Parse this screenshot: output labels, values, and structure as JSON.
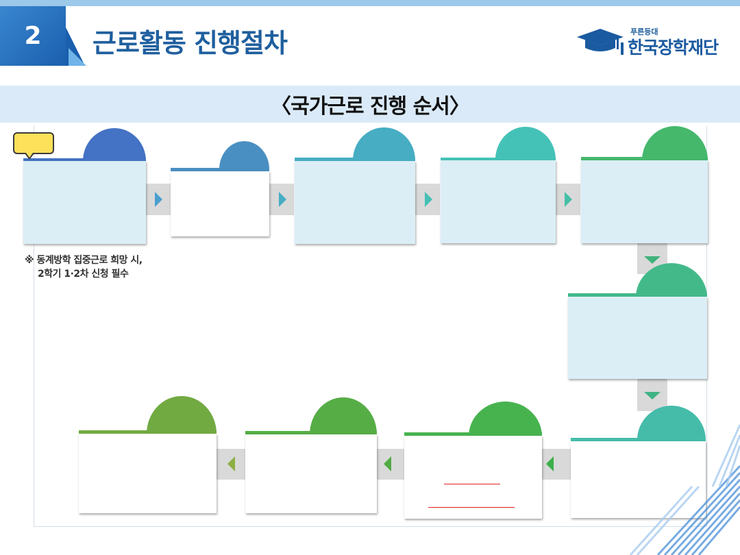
{
  "header": {
    "section_number": "2",
    "title": "근로활동 진행절차",
    "logo_small": "푸른등대",
    "logo_name": "한국장학재단"
  },
  "diagram": {
    "title": "〈국가근로 진행 순서〉",
    "note_mark": "※",
    "note_line1": "동계방학 집중근로 희망 시,",
    "note_line2": "2학기 1·2차 신청 필수"
  },
  "colors": {
    "step1": "#4472c4",
    "step2": "#4a8fc1",
    "step3": "#46adc2",
    "step4": "#45c2b7",
    "step5": "#45b86c",
    "step6": "#43b98a",
    "step7": "#45bcaa",
    "step8": "#47b34f",
    "step9": "#56ad45",
    "step10": "#72aa42"
  }
}
